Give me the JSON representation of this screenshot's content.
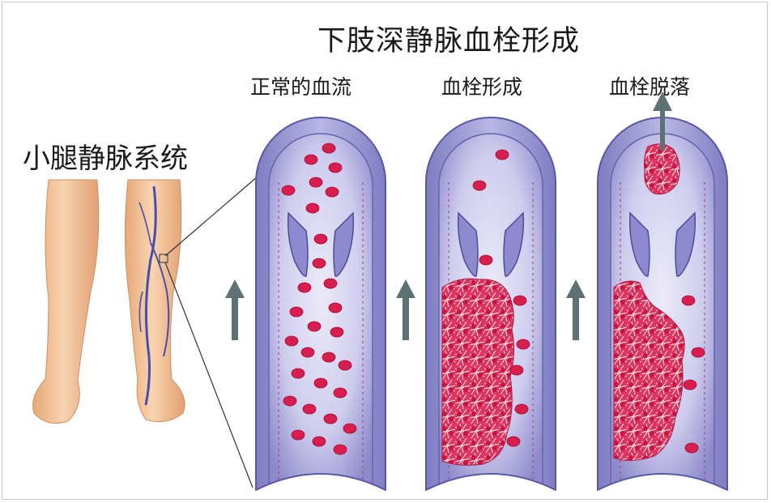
{
  "title": "下肢深静脉血栓形成",
  "leg_label": "小腿静脉系统",
  "panels": [
    {
      "label": "正常的血流"
    },
    {
      "label": "血栓形成"
    },
    {
      "label": "血栓脱落"
    }
  ],
  "colors": {
    "vessel_wall": "#a9a7dc",
    "vessel_wall_dark": "#6b68b0",
    "vessel_inner": "#d2d1ef",
    "blood_cell": "#d81e4f",
    "clot": "#e23a63",
    "arrow": "#5e7275",
    "skin": "#f1c49a",
    "vein": "#4a4ea8"
  },
  "icons": [
    "up-arrow-icon"
  ]
}
